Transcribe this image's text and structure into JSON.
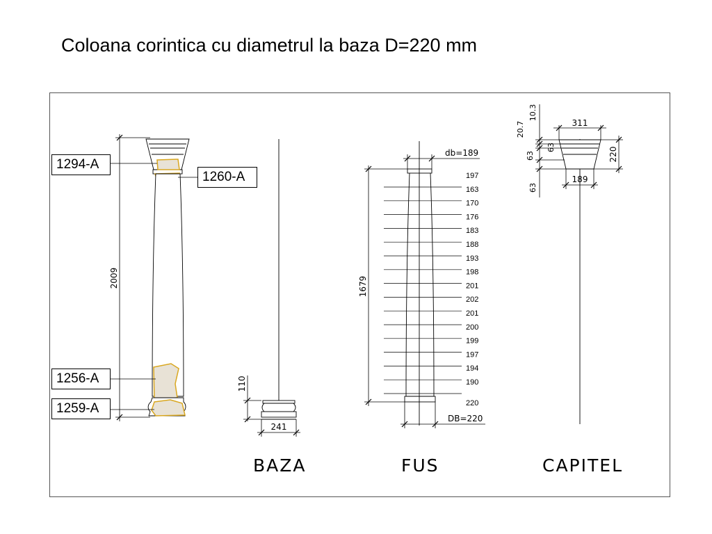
{
  "title": "Coloana corintica cu diametrul la baza D=220 mm",
  "elevation": {
    "tags": [
      {
        "id": "top-left",
        "label": "1294-A"
      },
      {
        "id": "top-right",
        "label": "1260-A"
      },
      {
        "id": "bottom-upper",
        "label": "1256-A"
      },
      {
        "id": "bottom-lower",
        "label": "1259-A"
      }
    ],
    "height_dim": "2009"
  },
  "baza": {
    "label": "BAZA",
    "height_dim": "110",
    "width_dim": "241"
  },
  "fus": {
    "label": "FUS",
    "top_dim": "db=189",
    "bottom_dim": "DB=220",
    "height_dim": "1679",
    "diameters": [
      "197",
      "163",
      "170",
      "176",
      "183",
      "188",
      "193",
      "198",
      "201",
      "202",
      "201",
      "200",
      "199",
      "197",
      "194",
      "190",
      "220"
    ]
  },
  "capitel": {
    "label": "CAPITEL",
    "top_width": "311",
    "bottom_width": "189",
    "height": "220",
    "left_dims": [
      "20.7",
      "10.3",
      "63",
      "63",
      "63"
    ]
  },
  "colors": {
    "fragment_stone": "#e8e2d6",
    "fragment_outline": "#d9a720",
    "line": "#000000",
    "frame": "#555555"
  }
}
